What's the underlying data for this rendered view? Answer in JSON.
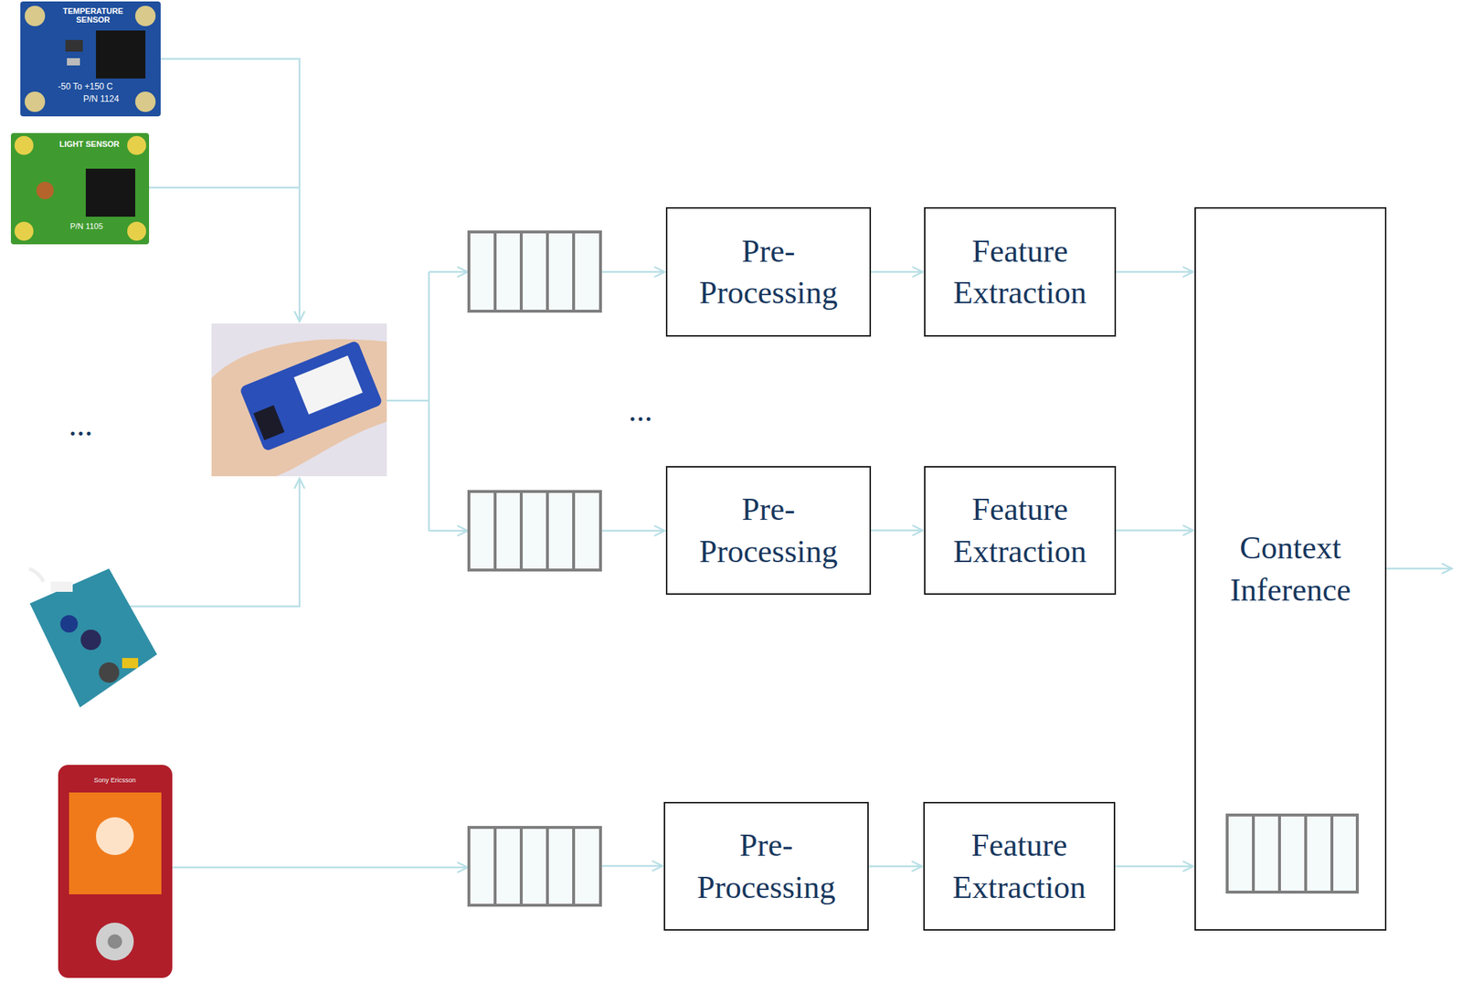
{
  "diagram": {
    "nodes": [
      {
        "text": [
          "Pre- Processing"
        ]
      },
      {
        "text": [
          "Feature Extraction"
        ]
      },
      {
        "text": [
          "Context Inference"
        ]
      },
      {
        "text": [
          "Pre- Processing"
        ]
      },
      {
        "text": [
          "Feature Extraction"
        ]
      },
      {
        "text": [
          "Pre- Processing"
        ]
      },
      {
        "text": [
          "Feature Extraction"
        ]
      }
    ],
    "edges": [
      {
        "from": 0,
        "to": 1,
        "arrow": "to"
      },
      {
        "from": 1,
        "to": 2,
        "arrow": "to"
      },
      {
        "from": 3,
        "to": 4,
        "arrow": "to"
      },
      {
        "from": 4,
        "to": 2,
        "arrow": "to"
      },
      {
        "from": 5,
        "to": 6,
        "arrow": "to"
      },
      {
        "from": 6,
        "to": 2,
        "arrow": "to"
      }
    ],
    "labels": [
      "TEMPERATURE SENSOR",
      "-50 To +150 C",
      "P/N 1124",
      "LIGHT SENSOR",
      "P/N 1105",
      "...",
      "...",
      "Sony Ericsson"
    ]
  }
}
